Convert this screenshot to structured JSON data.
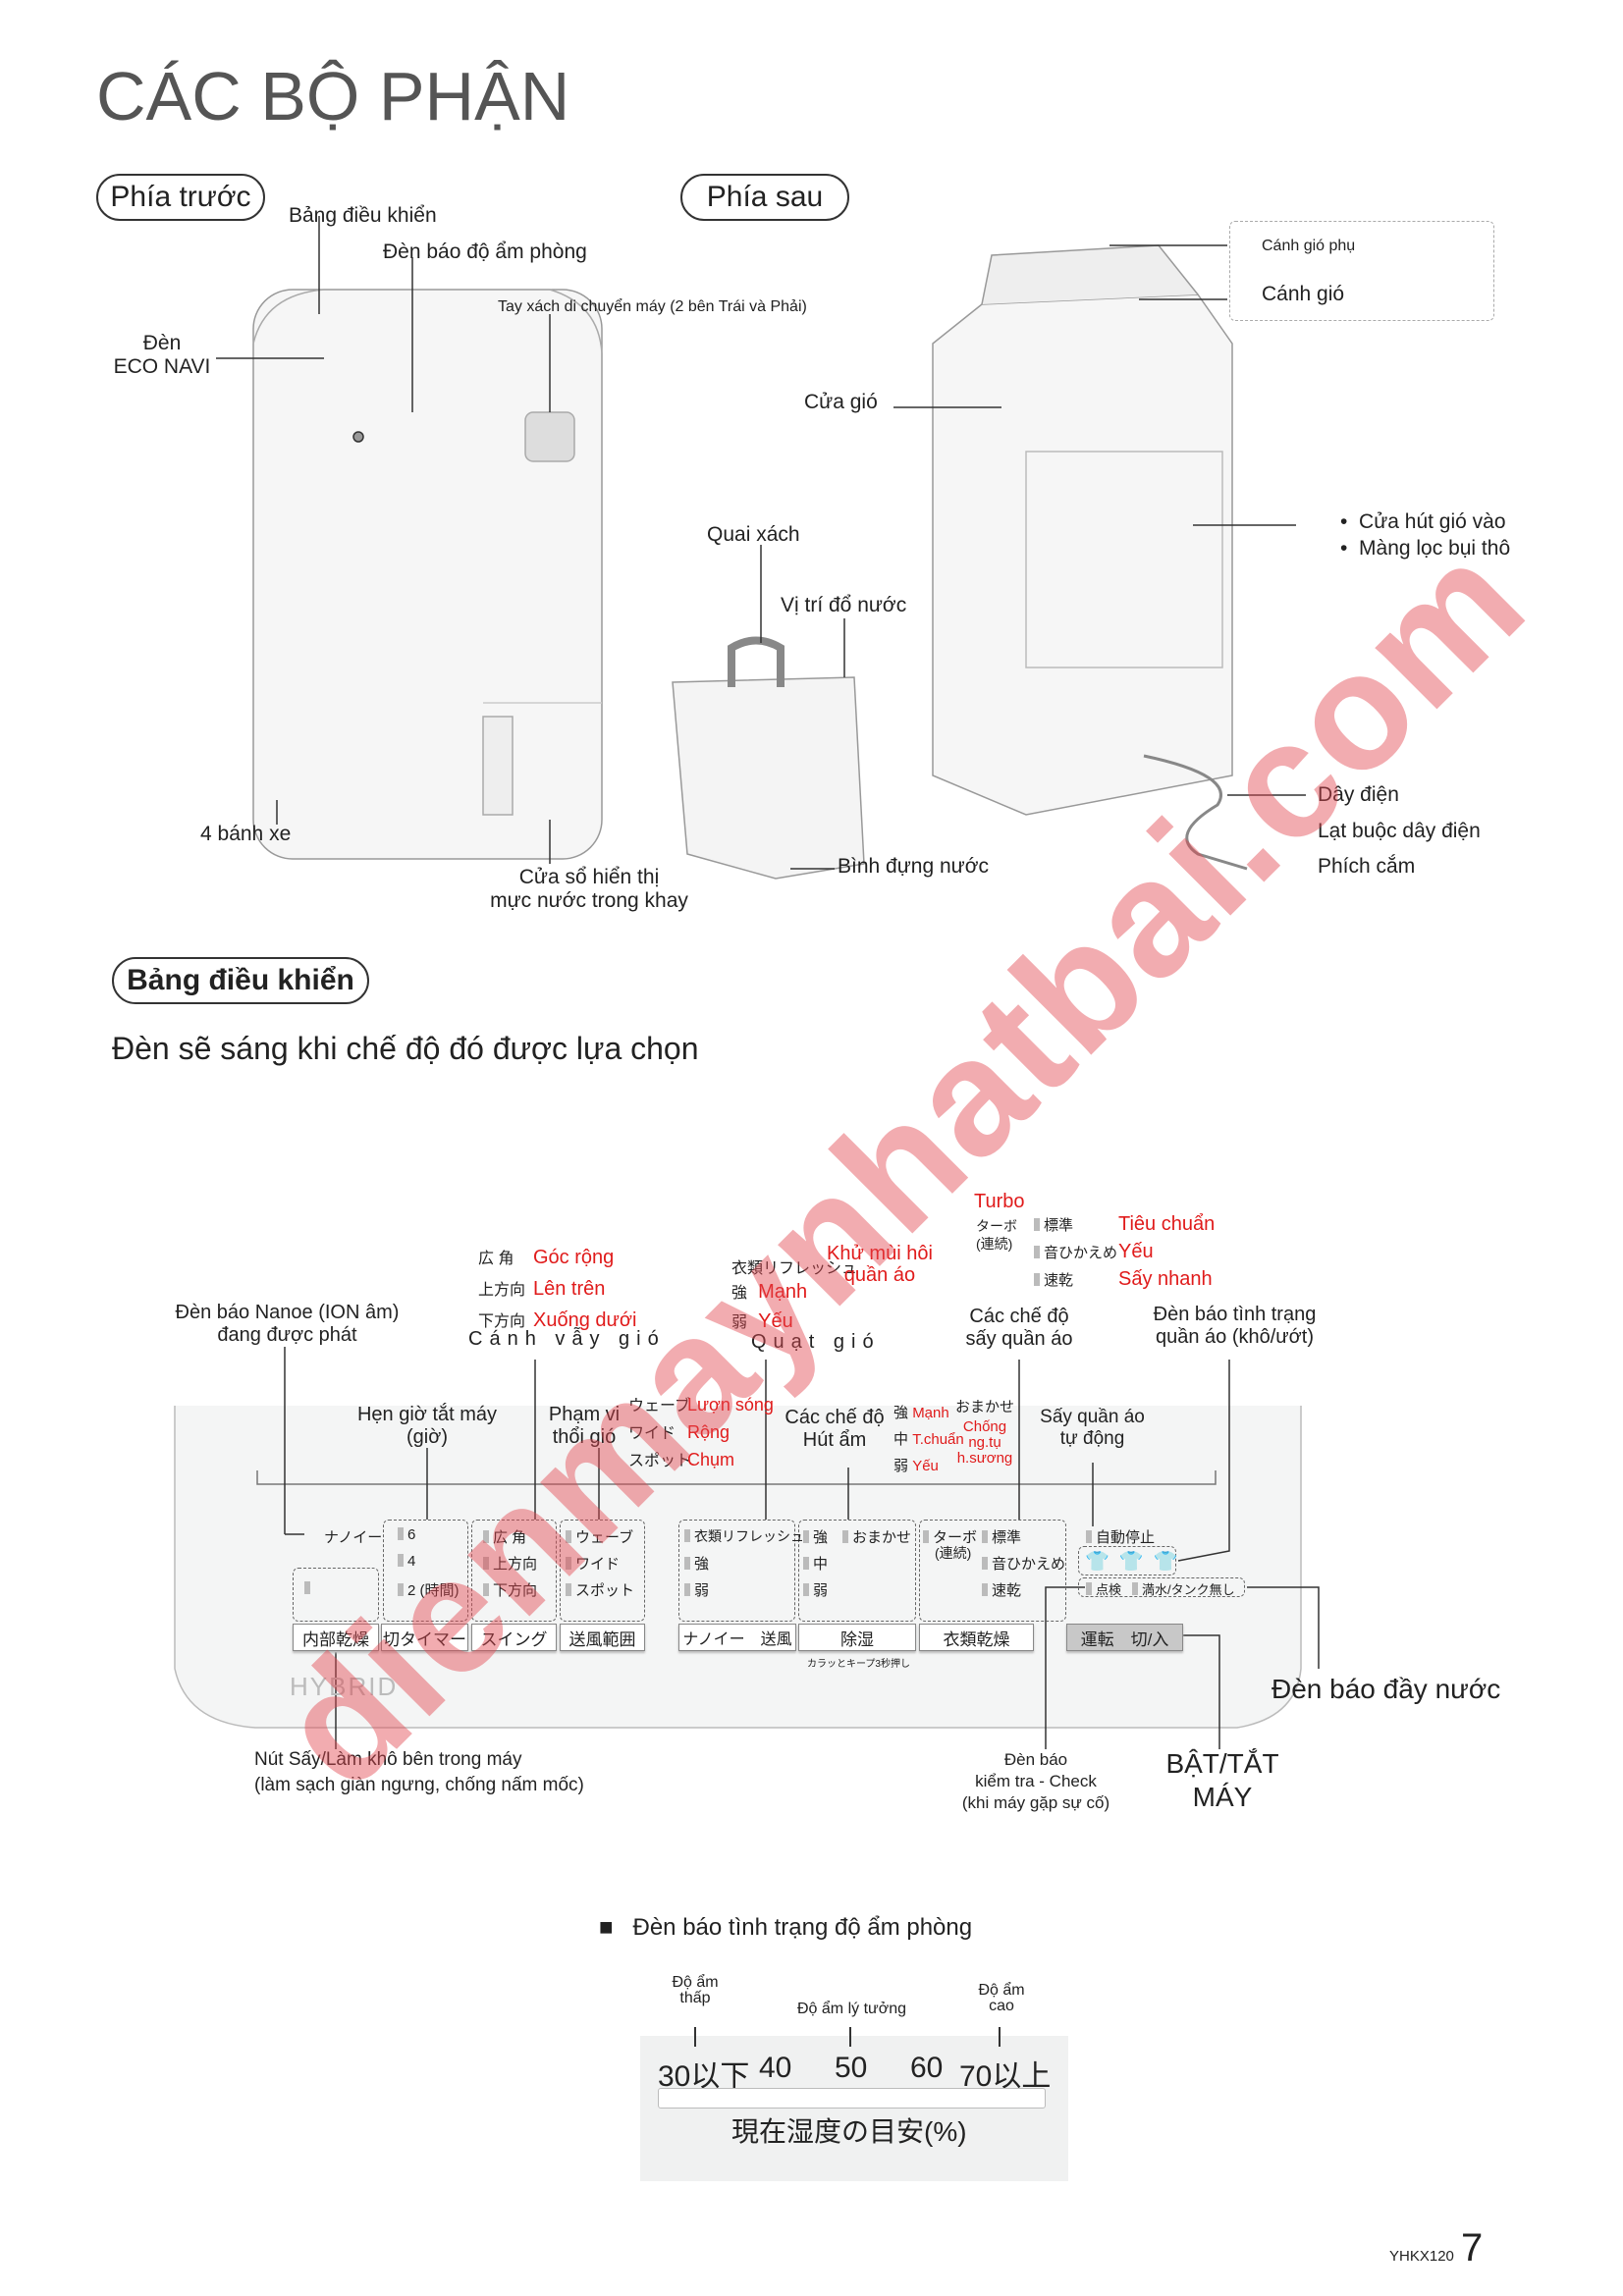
{
  "title": "CÁC BỘ PHẬN",
  "front": {
    "label": "Phía trước",
    "control_panel": "Bảng điều khiển",
    "humidity_light": "Đèn báo độ ẩm phòng",
    "handle": "Tay xách di chuyển máy (2 bên Trái và Phải)",
    "eco_1": "Đèn",
    "eco_2": "ECO NAVI",
    "wheels": "4 bánh xe",
    "window_1": "Cửa sổ hiển thị",
    "window_2": "mực nước trong khay",
    "brand": "HYBRID"
  },
  "tank": {
    "carry": "Quai xách",
    "pour": "Vị trí đổ nước",
    "tank": "Bình đựng nước"
  },
  "back": {
    "label": "Phía sau",
    "sub_louver": "Cánh gió phụ",
    "louver": "Cánh gió",
    "outlet": "Cửa gió",
    "inlet": "Cửa hút gió vào",
    "filter": "Màng lọc bụi thô",
    "cord": "Dây điện",
    "tie": "Lạt buộc dây điện",
    "plug": "Phích cắm"
  },
  "panel": {
    "heading": "Bảng điều khiển",
    "note": "Đèn sẽ sáng khi chế độ đó được lựa chọn",
    "nanoe_1": "Đèn báo Nanoe (ION âm)",
    "nanoe_2": "đang được phát",
    "swing": {
      "title": "Cánh vẫy gió",
      "rows": [
        {
          "jp": "広 角",
          "vi": "Góc rộng"
        },
        {
          "jp": "上方向",
          "vi": "Lên trên"
        },
        {
          "jp": "下方向",
          "vi": "Xuống dưới"
        }
      ]
    },
    "fan": {
      "title": "Quạt gió",
      "jp1": "衣類リフレッシュ",
      "vi1a": "Khử mùi hôi",
      "vi1b": "quần áo",
      "rows": [
        {
          "jp": "強",
          "vi": "Mạnh"
        },
        {
          "jp": "弱",
          "vi": "Yếu"
        }
      ]
    },
    "dry": {
      "turbo": "Turbo",
      "turbo_jp1": "ターボ",
      "turbo_jp2": "(連続)",
      "rows": [
        {
          "jp": "標準",
          "vi": "Tiêu chuẩn"
        },
        {
          "jp": "音ひかえめ",
          "vi": "Yếu"
        },
        {
          "jp": "速乾",
          "vi": "Sấy nhanh"
        }
      ],
      "title_1": "Các chế độ",
      "title_2": "sấy quần áo"
    },
    "cloth_1": "Đèn báo tình trạng",
    "cloth_2": "quần áo (khô/ướt)",
    "timer_1": "Hẹn giờ tắt máy",
    "timer_2": "(giờ)",
    "range_1": "Phạm vi",
    "range_2": "thổi gió",
    "range_rows": [
      {
        "jp": "ウェーブ",
        "vi": "Lượn sóng"
      },
      {
        "jp": "ワイド",
        "vi": "Rộng"
      },
      {
        "jp": "スポット",
        "vi": "Chụm"
      }
    ],
    "dehum_1": "Các chế độ",
    "dehum_2": "Hút ẩm",
    "dehum_rows": [
      {
        "jp": "強",
        "vi": "Mạnh"
      },
      {
        "jp": "中",
        "vi": "T.chuẩn"
      },
      {
        "jp": "弱",
        "vi": "Yếu"
      }
    ],
    "omakase": "おまかせ",
    "omakase_vi": [
      "Chống",
      "ng.tụ",
      "h.sương"
    ],
    "auto_1": "Sấy quần áo",
    "auto_2": "tự động",
    "ind": {
      "nanoe": "ナノイー",
      "t6": "6",
      "t4": "4",
      "t2": "2 (時間)",
      "s1": "広 角",
      "s2": "上方向",
      "s3": "下方向",
      "r1": "ウェーブ",
      "r2": "ワイド",
      "r3": "スポット",
      "f1": "衣類リフレッシュ",
      "f2": "強",
      "f3": "弱",
      "d1": "強",
      "d2": "中",
      "d3": "弱",
      "d4": "おまかせ",
      "c1": "ターボ",
      "c1b": "(連続)",
      "c2": "標準",
      "c3": "音ひかえめ",
      "c4": "速乾",
      "auto": "自動停止",
      "check": "点検",
      "full": "満水/タンク無し"
    },
    "buttons": [
      "内部乾燥",
      "切タイマー",
      "スイング",
      "送風範囲",
      "ナノイー　送風",
      "除湿",
      "衣類乾燥",
      "運転　切/入"
    ],
    "keep": "カラッとキープ3秒押し",
    "inner_1": "Nút Sấy/Làm khô bên trong máy",
    "inner_2": "(làm sạch giàn ngưng, chống nấm mốc)",
    "check_1": "Đèn báo",
    "check_2": "kiểm tra - Check",
    "check_3": "(khi máy gặp sự cố)",
    "power_1": "BẬT/TẮT",
    "power_2": "MÁY",
    "full": "Đèn báo đầy nước"
  },
  "humidity": {
    "heading": "Đèn báo tình trạng độ ẩm phòng",
    "low": [
      "Độ ẩm",
      "thấp"
    ],
    "ideal": "Độ ẩm lý tưởng",
    "high": [
      "Độ ẩm",
      "cao"
    ],
    "scale": [
      "30以下",
      "40",
      "50",
      "60",
      "70以上"
    ],
    "caption": "現在湿度の目安(%)"
  },
  "footer": {
    "model": "YHKX120",
    "page": "7"
  },
  "watermark": "dienmaynhatbai.com"
}
